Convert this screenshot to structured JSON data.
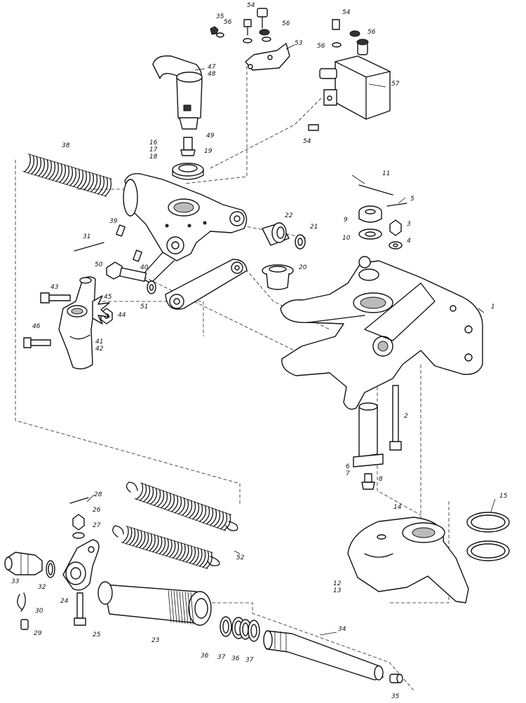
{
  "labels": {
    "l1": "1",
    "l2": "2",
    "l3": "3",
    "l4": "4",
    "l5": "5",
    "l67": "6\n7",
    "l8": "8",
    "l9": "9",
    "l10": "10",
    "l11": "11",
    "l1213": "12\n13",
    "l14": "14",
    "l15": "15",
    "l161718": "16\n17\n18",
    "l19": "19",
    "l20": "20",
    "l21": "21",
    "l22": "22",
    "l23": "23",
    "l24": "24",
    "l25": "25",
    "l26": "26",
    "l27": "27",
    "l28": "28",
    "l29": "29",
    "l30": "30",
    "l31": "31",
    "l32": "32",
    "l33": "33",
    "l34": "34",
    "l35a": "35",
    "l35b": "35",
    "l36a": "36",
    "l36b": "36",
    "l37a": "37",
    "l37b": "37",
    "l38": "38",
    "l39": "39",
    "l40": "40",
    "l4142": "41\n42",
    "l43": "43",
    "l44": "44",
    "l45": "45",
    "l46": "46",
    "l4748": "47\n48",
    "l49": "49",
    "l50": "50",
    "l51": "51",
    "l52": "52",
    "l53": "53",
    "l54a": "54",
    "l54b": "54",
    "l54c": "54",
    "l56a": "56",
    "l56b": "56",
    "l56c": "56",
    "l56d": "56",
    "l57": "57"
  }
}
